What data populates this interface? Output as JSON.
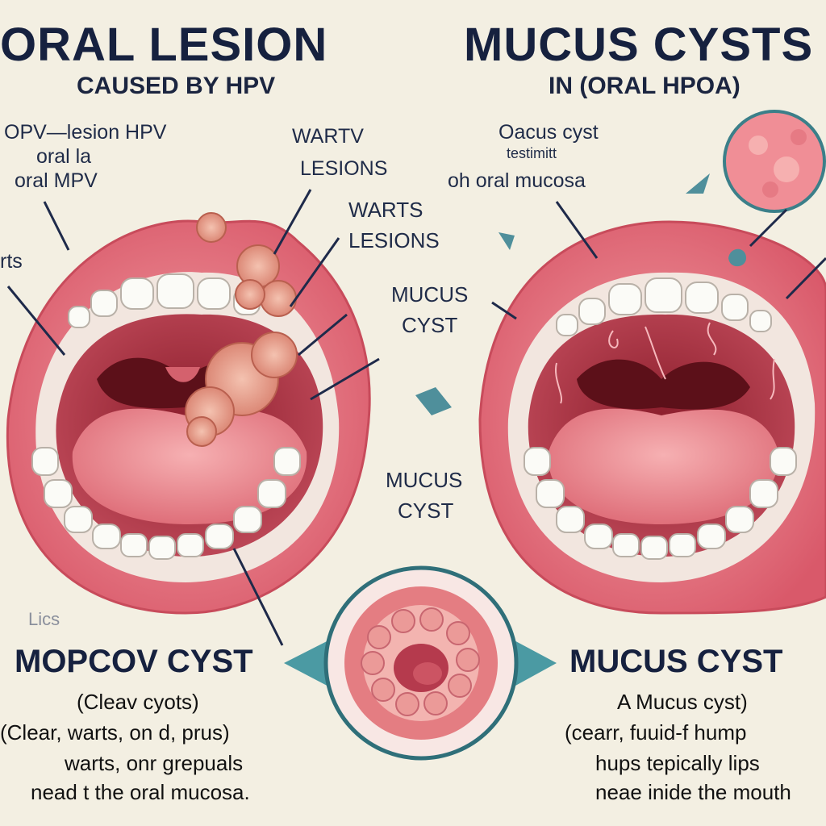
{
  "left": {
    "title": "ORAL LESION",
    "subtitle": "CAUSED BY HPV",
    "labels": {
      "top_line1": "OPV—lesion  HPV",
      "top_line2": "oral la",
      "top_line3": "oral MPV",
      "warty_lesions_1": "WARTV",
      "warty_lesions_1b": "LESIONS",
      "warts_lesions_2": "WARTS",
      "warts_lesions_2b": "LESIONS",
      "side": "rts",
      "lips": "Lics"
    },
    "bottom_title": "MOPCOV CYST",
    "desc": [
      "(Cleav cyots)",
      "(Clear, warts, on d, prus)",
      "warts, onr grepuals",
      "nead t the oral mucosa."
    ]
  },
  "center": {
    "mucus_cyst_1": "MUCUS",
    "mucus_cyst_1b": "CYST",
    "mucus_cyst_2": "MUCUS",
    "mucus_cyst_2b": "CYST"
  },
  "right": {
    "title": "MUCUS CYSTS",
    "subtitle": "IN (ORAL HPOA)",
    "labels": {
      "line1": "Oacus cyst",
      "line2": "testimitt",
      "line3": "oh  oral mucosa"
    },
    "bottom_title": "MUCUS CYST",
    "desc": [
      "A Mucus cyst)",
      "(cearr, fuuid-f hump",
      "hups tepically lips",
      "neae inide the mouth"
    ]
  },
  "colors": {
    "background": "#f3efe2",
    "lip": "#e2727a",
    "mouth_inner": "#b6394a",
    "tongue": "#eb8a90",
    "lesion": "#e8a08c",
    "accent_teal": "#3f8f99"
  },
  "icons": [
    "wart-lesion-icon",
    "mucus-cyst-magnifier-icon",
    "teal-arrow-icon"
  ]
}
